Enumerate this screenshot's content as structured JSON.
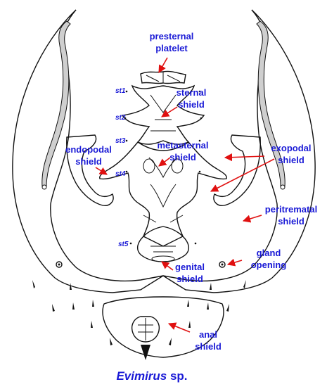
{
  "labels": {
    "presternal": [
      "presternal",
      "platelet"
    ],
    "sternal": [
      "sternal",
      "shield"
    ],
    "metasternal": [
      "metasternal",
      "shield"
    ],
    "endopodal": [
      "endopodal",
      "shield"
    ],
    "exopodal": [
      "exopodal",
      "shield"
    ],
    "peritrematal": [
      "peritrematal",
      "shield"
    ],
    "gland": [
      "gland",
      "opening"
    ],
    "genital": [
      "genital",
      "shield"
    ],
    "anal": [
      "anal",
      "shield"
    ]
  },
  "setae": {
    "st1": "st1",
    "st2": "st2",
    "st3": "st3",
    "st4": "st4",
    "st5": "st5"
  },
  "caption": {
    "genus": "Evimirus",
    "suffix": " sp."
  },
  "colors": {
    "label": "#1a1ad6",
    "arrow": "#e01010",
    "outline": "#111111"
  }
}
